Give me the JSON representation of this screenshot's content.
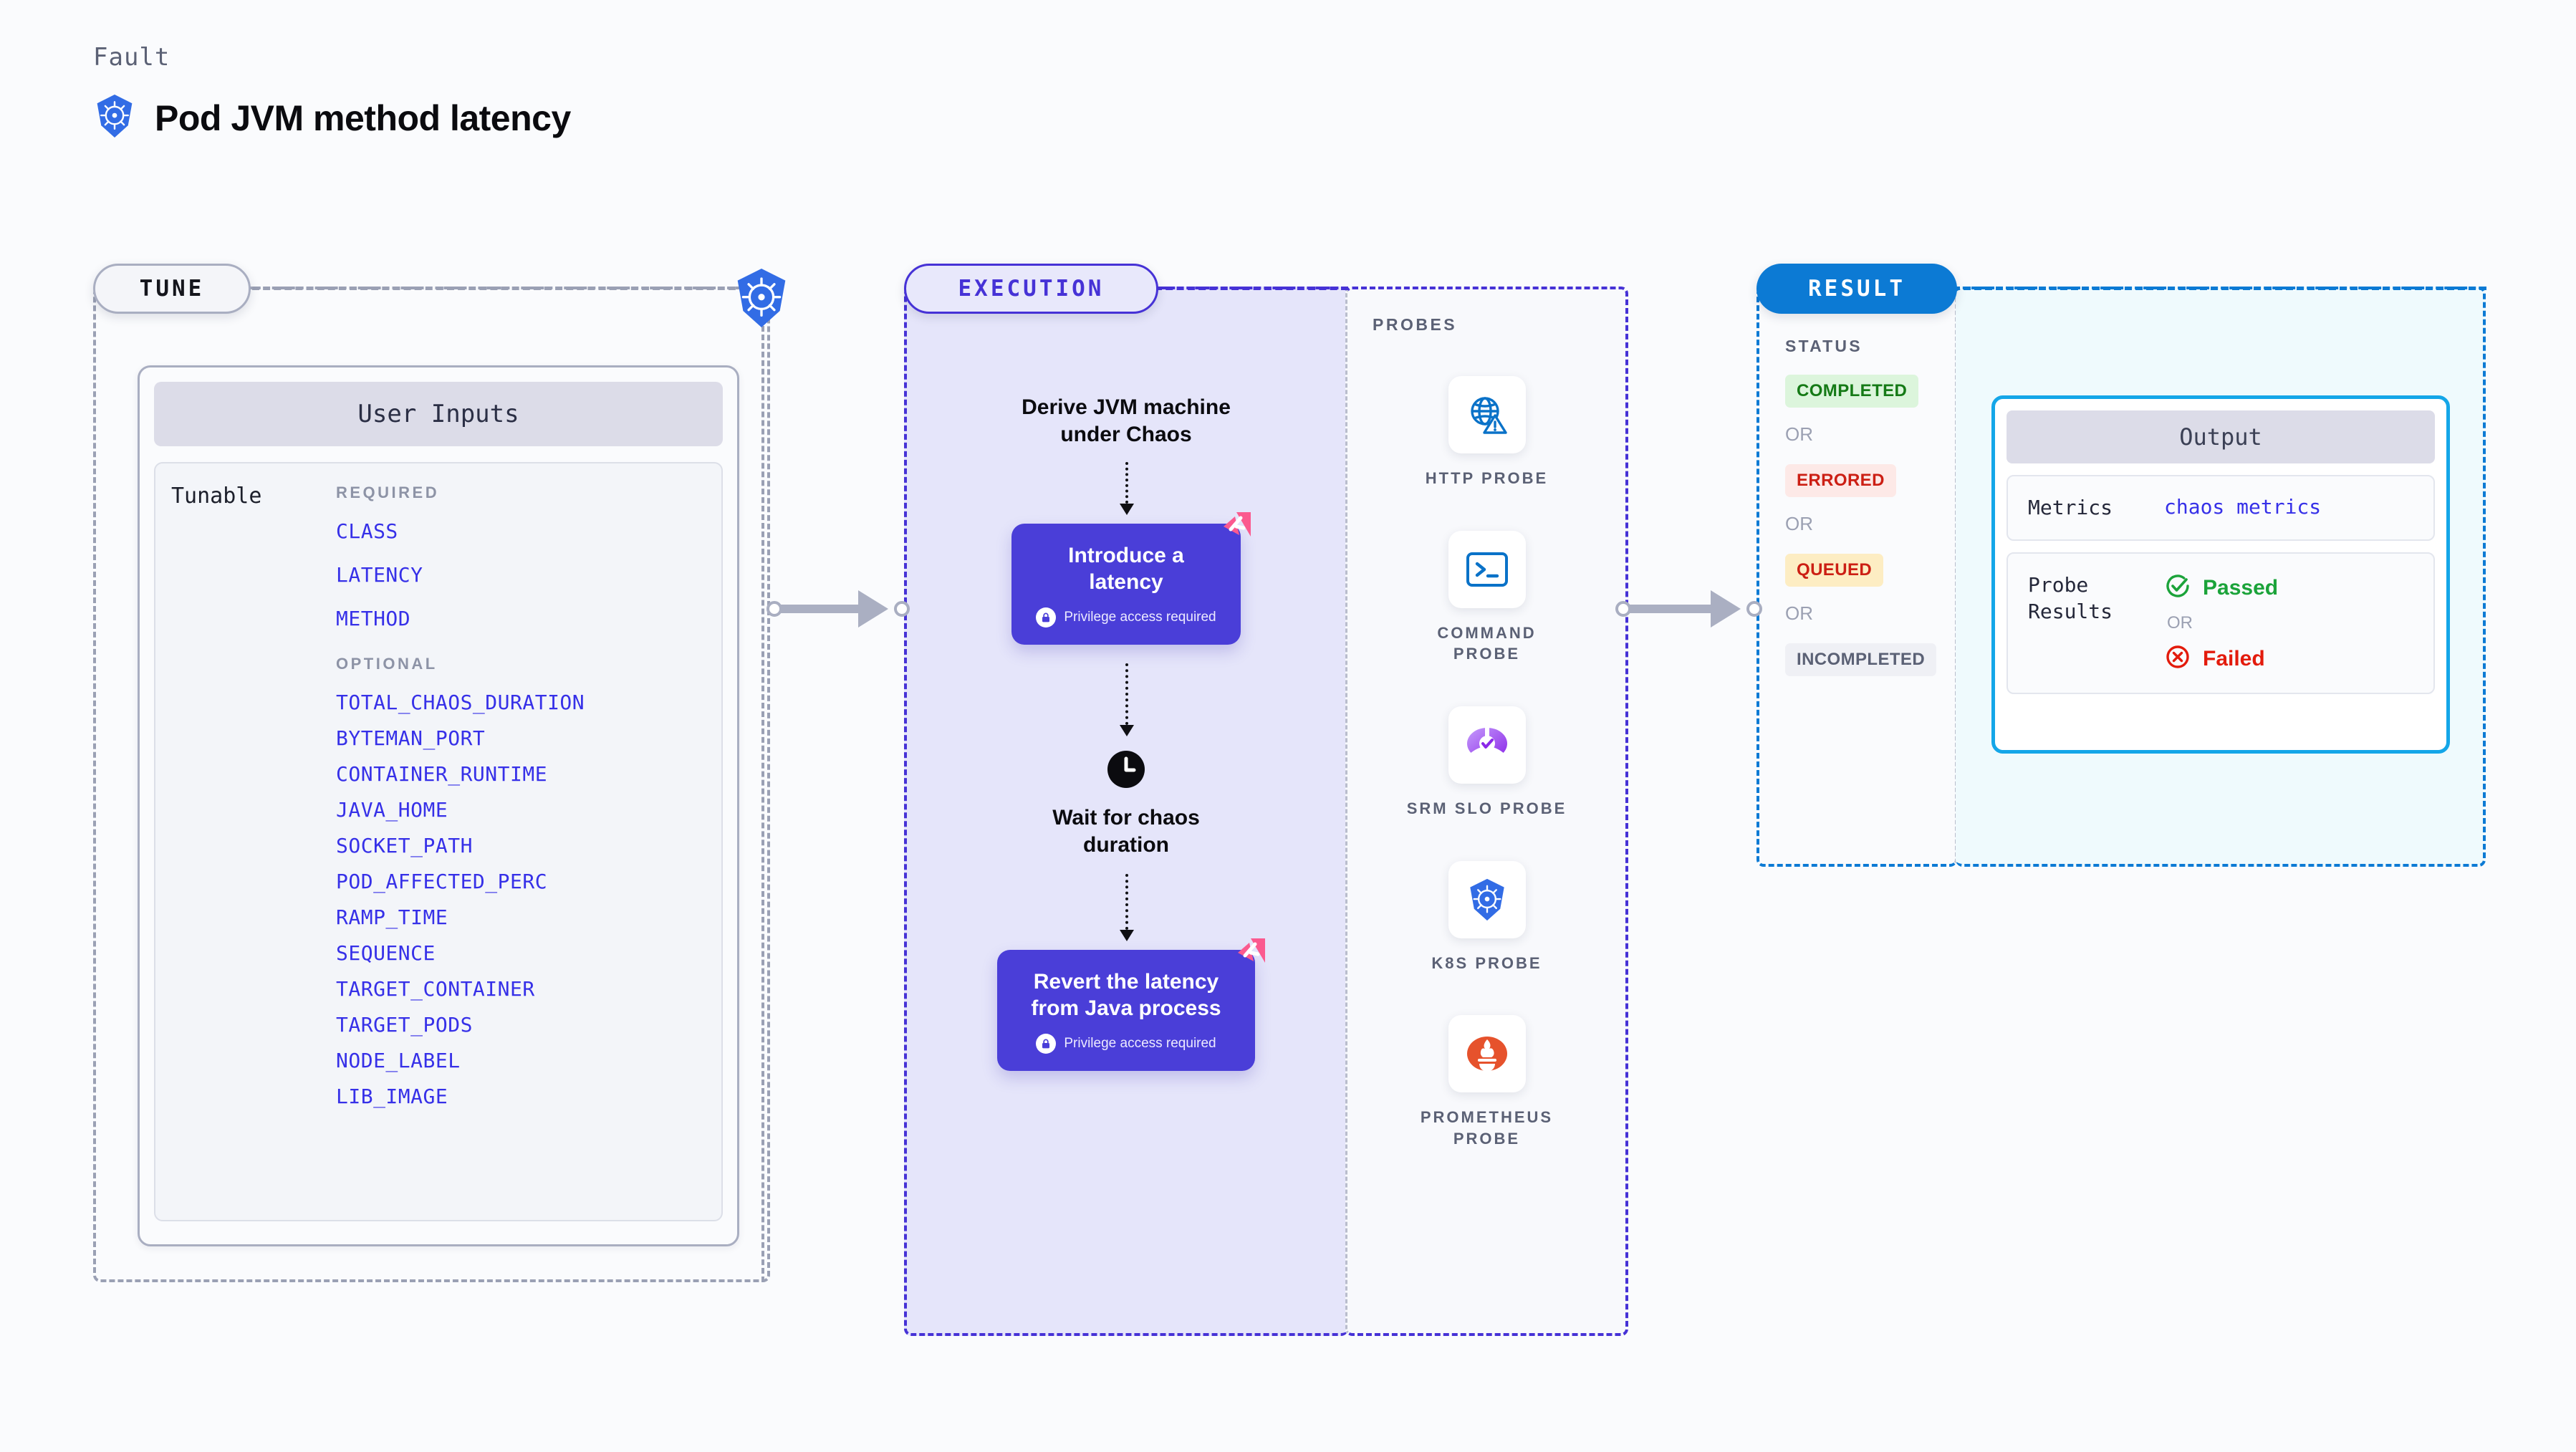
{
  "header": {
    "eyebrow": "Fault",
    "title": "Pod JVM method latency",
    "icon": "kubernetes-icon"
  },
  "tune": {
    "pill_label": "TUNE",
    "badge_icon": "kubernetes-icon",
    "card": {
      "header": "User Inputs",
      "tunable_label": "Tunable",
      "groups": [
        {
          "name": "REQUIRED",
          "params": [
            "CLASS",
            "LATENCY",
            "METHOD"
          ]
        },
        {
          "name": "OPTIONAL",
          "params": [
            "TOTAL_CHAOS_DURATION",
            "BYTEMAN_PORT",
            "CONTAINER_RUNTIME",
            "JAVA_HOME",
            "SOCKET_PATH",
            "POD_AFFECTED_PERC",
            "RAMP_TIME",
            "SEQUENCE",
            "TARGET_CONTAINER",
            "TARGET_PODS",
            "NODE_LABEL",
            "LIB_IMAGE"
          ]
        }
      ]
    }
  },
  "execution": {
    "pill_label": "EXECUTION",
    "steps": [
      {
        "type": "text",
        "title": "Derive JVM machine under Chaos"
      },
      {
        "type": "card",
        "title": "Introduce a latency",
        "privilege": "Privilege access required",
        "privilege_icon": "lock-icon",
        "corner_icon": "harness-logo-icon"
      },
      {
        "type": "wait",
        "icon": "clock-icon",
        "title": "Wait for chaos duration"
      },
      {
        "type": "card",
        "title": "Revert the latency from Java process",
        "privilege": "Privilege access required",
        "privilege_icon": "lock-icon",
        "corner_icon": "harness-logo-icon"
      }
    ]
  },
  "probes": {
    "label": "PROBES",
    "items": [
      {
        "name": "HTTP PROBE",
        "icon": "globe-warning-icon"
      },
      {
        "name": "COMMAND PROBE",
        "icon": "terminal-icon"
      },
      {
        "name": "SRM SLO PROBE",
        "icon": "srm-slo-icon"
      },
      {
        "name": "K8S PROBE",
        "icon": "kubernetes-icon"
      },
      {
        "name": "PROMETHEUS PROBE",
        "icon": "prometheus-icon"
      }
    ]
  },
  "result": {
    "pill_label": "RESULT",
    "status": {
      "label": "STATUS",
      "or_text": "OR",
      "badges": [
        {
          "text": "COMPLETED",
          "bg": "#dcf5dc",
          "fg": "#157a16"
        },
        {
          "text": "ERRORED",
          "bg": "#fde9e7",
          "fg": "#cc1f14"
        },
        {
          "text": "QUEUED",
          "bg": "#fdedc3",
          "fg": "#cc1f14"
        },
        {
          "text": "INCOMPLETED",
          "bg": "#eff0f5",
          "fg": "#5b6175"
        }
      ]
    },
    "output": {
      "header": "Output",
      "metrics_key": "Metrics",
      "metrics_value": "chaos metrics",
      "probe_results_key": "Probe Results",
      "passed_text": "Passed",
      "passed_icon": "check-circle-icon",
      "or_text": "OR",
      "failed_text": "Failed",
      "failed_icon": "x-circle-icon"
    }
  },
  "colors": {
    "accent_purple": "#4a3ed8",
    "accent_blue": "#0c7ad4",
    "accent_cyan": "#14a6e8",
    "param_blue": "#3630e8",
    "harness_pink": "#fb5a8f",
    "pass_green": "#1ba33a",
    "fail_red": "#e31b0c",
    "k8s_blue": "#326ce5"
  }
}
